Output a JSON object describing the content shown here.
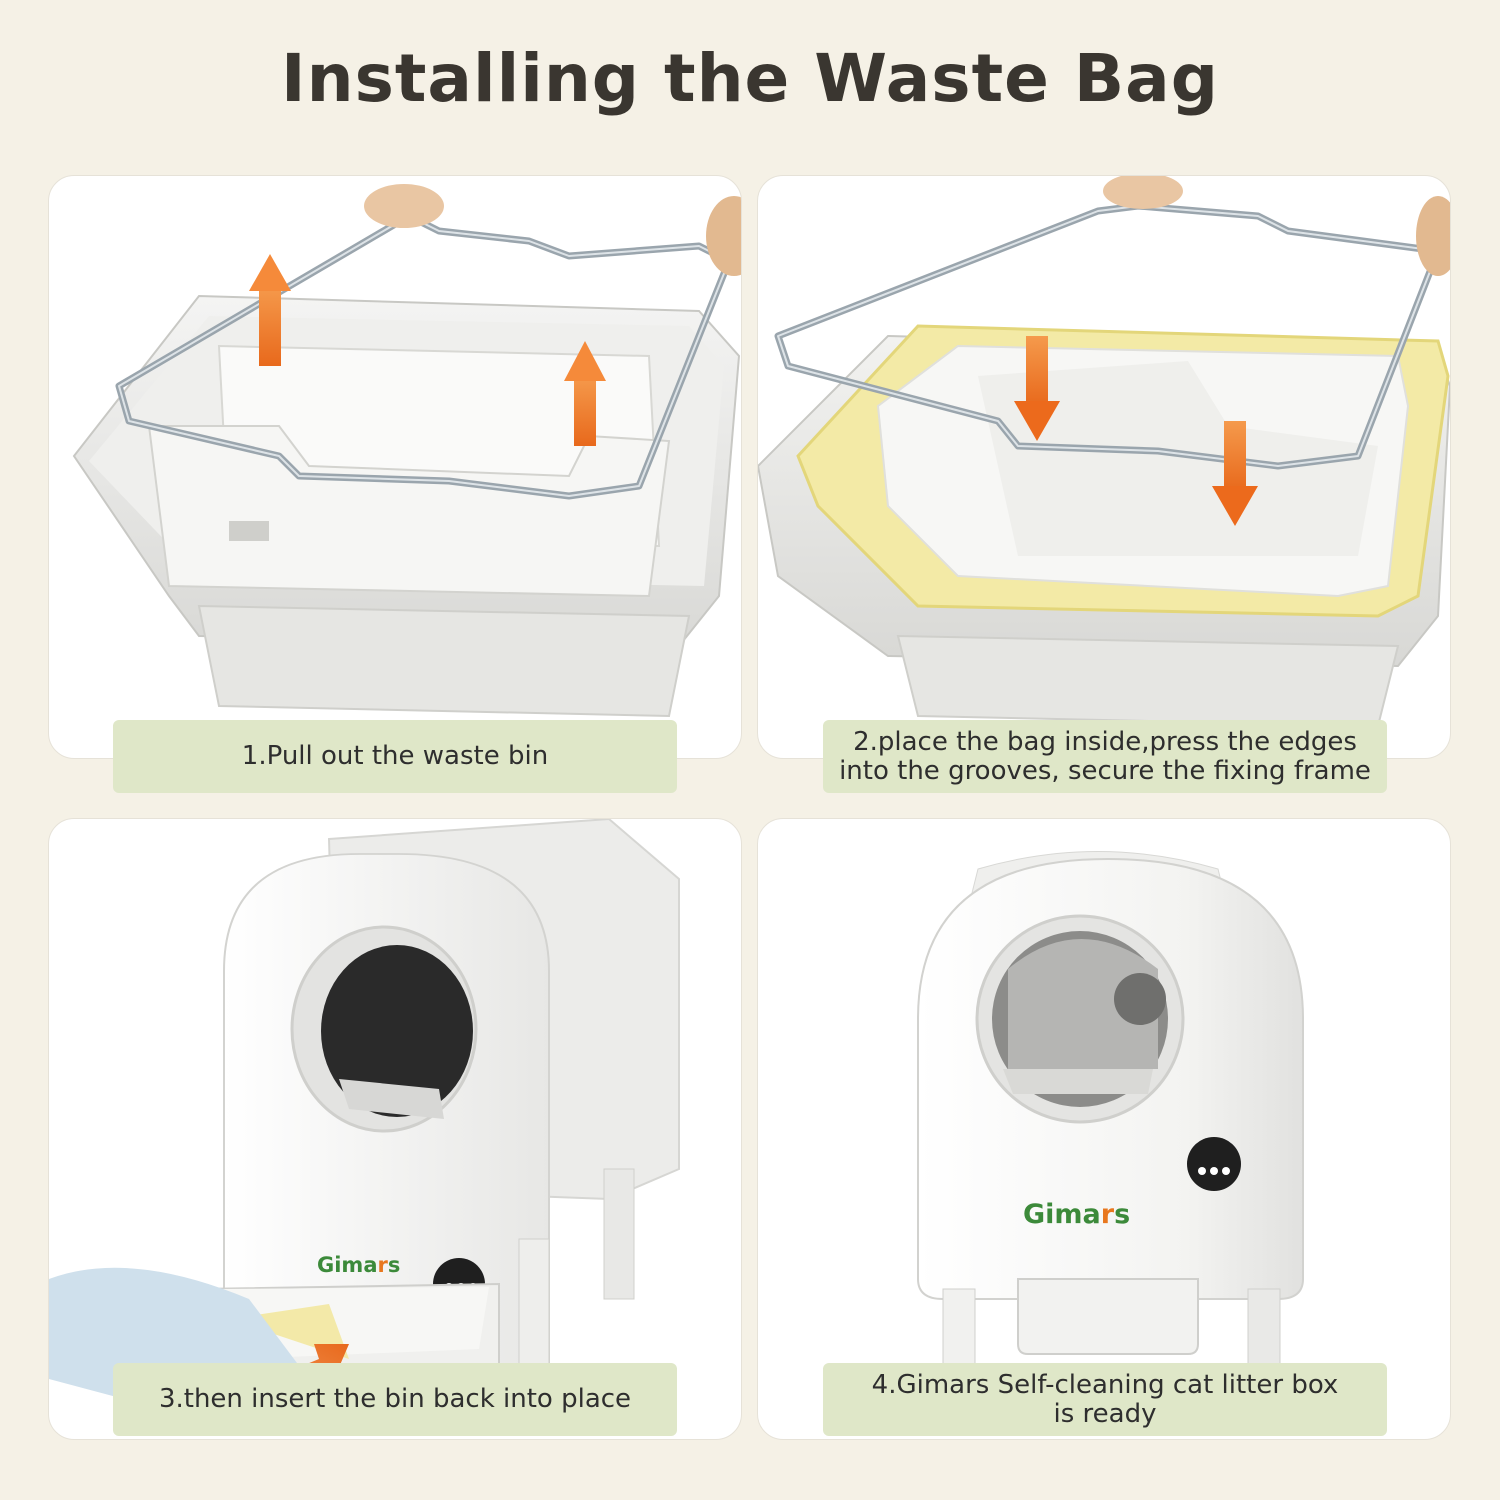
{
  "title": "Installing the Waste Bag",
  "steps": [
    {
      "caption": "1.Pull out the waste bin"
    },
    {
      "caption_line1": "2.place the bag inside,press the edges",
      "caption_line2": "into the grooves, secure the fixing frame"
    },
    {
      "caption": "3.then insert the bin back into place"
    },
    {
      "caption_line1": "4.Gimars Self-cleaning cat litter box",
      "caption_line2": "is ready"
    }
  ],
  "brand": {
    "name_a": "Gima",
    "name_r": "r",
    "name_s": "s"
  },
  "colors": {
    "background": "#f5f1e6",
    "caption_bg": "#dfe7c8",
    "arrow_orange": "#f07a2a",
    "brand_green": "#3c8a3a",
    "brand_orange": "#e8771e"
  }
}
